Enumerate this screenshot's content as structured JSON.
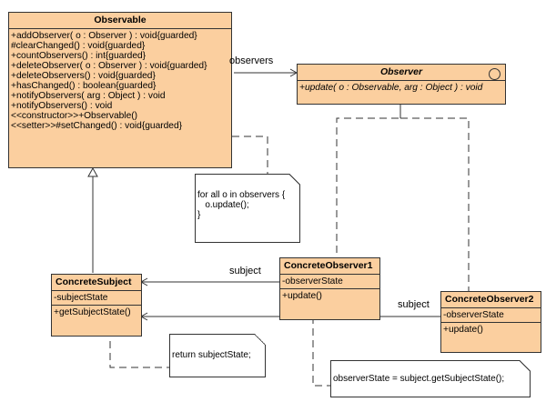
{
  "diagram": {
    "type": "uml-class-diagram",
    "colors": {
      "class_fill": "#fbcf9f",
      "border": "#333333",
      "note_fill": "#ffffff"
    },
    "classes": {
      "observable": {
        "name": "Observable",
        "operations": [
          "+addObserver( o : Observer ) : void{guarded}",
          "#clearChanged() : void{guarded}",
          "+countObservers() : int{guarded}",
          "+deleteObserver( o : Observer ) : void{guarded}",
          "+deleteObservers() : void{guarded}",
          "+hasChanged() : boolean{guarded}",
          "+notifyObservers( arg : Object ) : void",
          "+notifyObservers() : void",
          "<<constructor>>+Observable()",
          "<<setter>>#setChanged() : void{guarded}"
        ]
      },
      "observer": {
        "name": "Observer",
        "stereotype_icon": "interface-circle-icon",
        "operations": [
          "+update( o : Observable, arg : Object ) : void"
        ]
      },
      "concrete_subject": {
        "name": "ConcreteSubject",
        "attributes": [
          "-subjectState"
        ],
        "operations": [
          "+getSubjectState()"
        ]
      },
      "concrete_observer1": {
        "name": "ConcreteObserver1",
        "attributes": [
          "-observerState"
        ],
        "operations": [
          "+update()"
        ]
      },
      "concrete_observer2": {
        "name": "ConcreteObserver2",
        "attributes": [
          "-observerState"
        ],
        "operations": [
          "+update()"
        ]
      }
    },
    "notes": {
      "notify": [
        "for all o in observers {",
        "   o.update();",
        "}"
      ],
      "get_state": [
        "return subjectState;"
      ],
      "update": [
        "observerState = subject.getSubjectState();"
      ]
    },
    "associations": {
      "observers_label": "observers",
      "subject_label_1": "subject",
      "subject_label_2": "subject"
    }
  }
}
